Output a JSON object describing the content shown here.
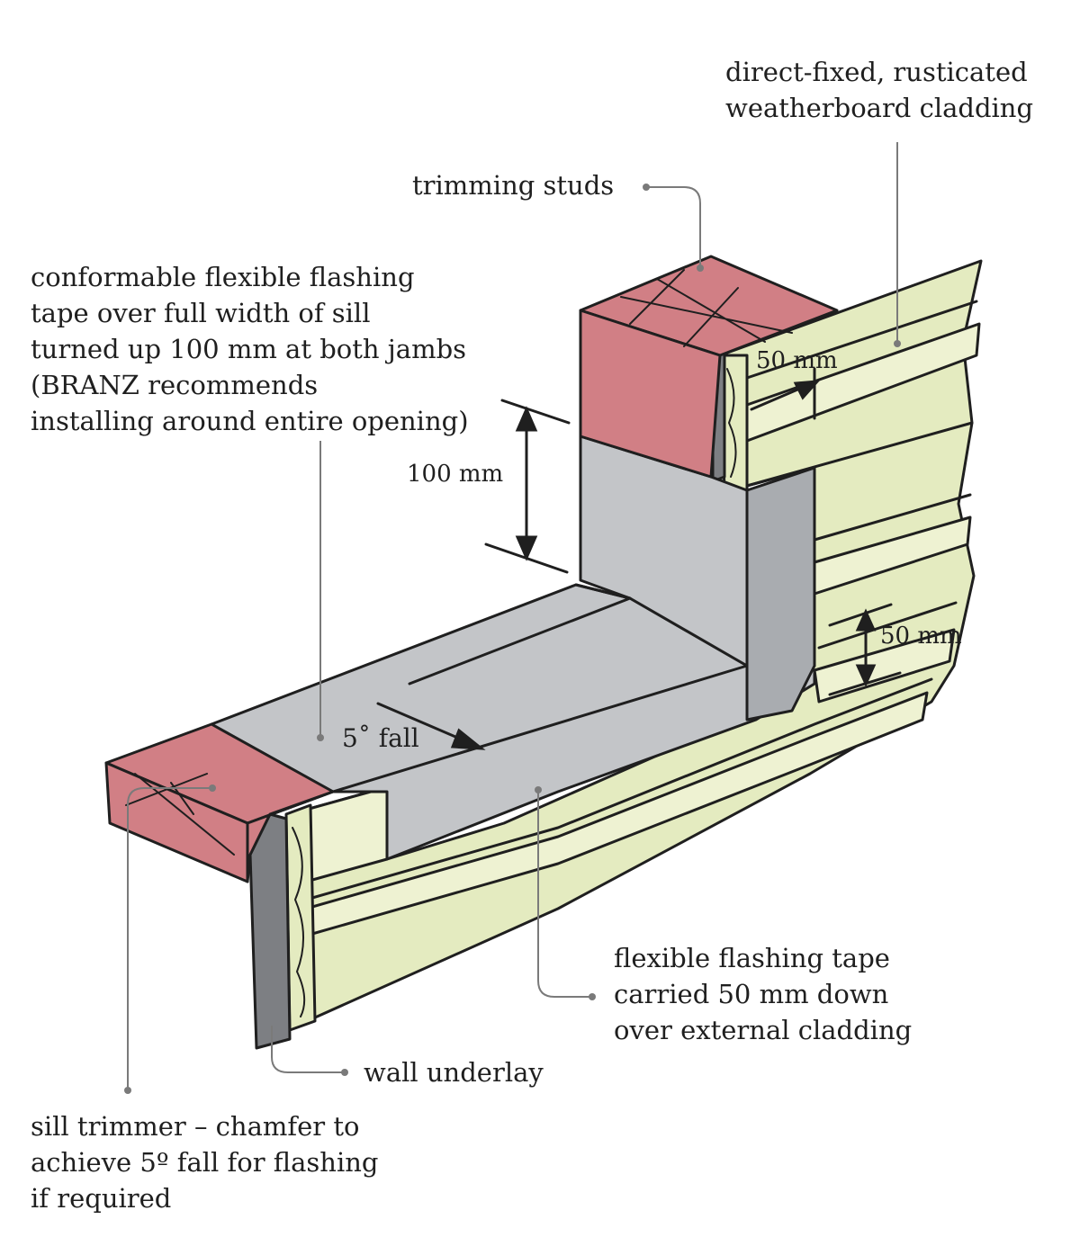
{
  "colors": {
    "cladding": "#e4ebc0",
    "cladding_light": "#eef2d2",
    "timber": "#d17f85",
    "flashing": "#c3c5c8",
    "flashing_dark": "#a9acb0",
    "underlay": "#7d7f83",
    "ink": "#1f1f1f",
    "leader": "#7a7a7a"
  },
  "labels": {
    "cladding": [
      "direct-fixed, rusticated",
      "weatherboard cladding"
    ],
    "trimming_studs": "trimming studs",
    "conformable_tape": [
      "conformable flexible flashing",
      "tape over full width of sill",
      "turned up 100 mm at both jambs",
      "(BRANZ recommends",
      "installing around entire opening)"
    ],
    "dim_100": "100 mm",
    "dim_50_top": "50 mm",
    "dim_50_right": "50 mm",
    "fall": "5˚ fall",
    "flexible_tape": [
      "flexible flashing tape",
      "carried 50 mm down",
      "over external cladding"
    ],
    "wall_underlay": "wall underlay",
    "sill_trimmer": [
      "sill trimmer – chamfer to",
      "achieve 5º fall for flashing",
      "if required"
    ]
  },
  "icons": [
    "leader-dot",
    "dimension-arrow",
    "fall-arrow"
  ]
}
